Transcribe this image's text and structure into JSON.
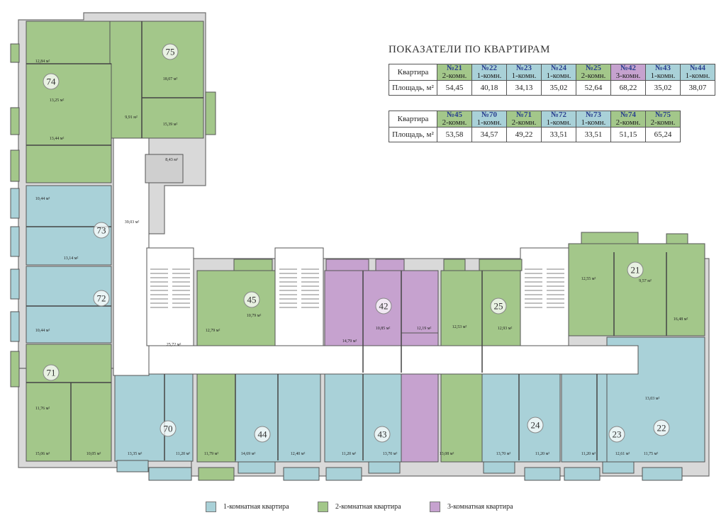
{
  "colors": {
    "one_room": "#a9d1d8",
    "two_room": "#a3c78a",
    "three_room": "#c6a2cf",
    "wall": "#777777",
    "common": "#ffffff",
    "tech": "#cfcfcf"
  },
  "table": {
    "title": "ПОКАЗАТЕЛИ ПО КВАРТИРАМ",
    "row_label_apartment": "Квартира",
    "row_label_area": "Площадь, м²",
    "top": [
      {
        "num": "№21",
        "type": "2-комн.",
        "area": "54,45",
        "kind": "two"
      },
      {
        "num": "№22",
        "type": "1-комн.",
        "area": "40,18",
        "kind": "one"
      },
      {
        "num": "№23",
        "type": "1-комн.",
        "area": "34,13",
        "kind": "one"
      },
      {
        "num": "№24",
        "type": "1-комн.",
        "area": "35,02",
        "kind": "one"
      },
      {
        "num": "№25",
        "type": "2-комн.",
        "area": "52,64",
        "kind": "two"
      },
      {
        "num": "№42",
        "type": "3-комн.",
        "area": "68,22",
        "kind": "three"
      },
      {
        "num": "№43",
        "type": "1-комн.",
        "area": "35,02",
        "kind": "one"
      },
      {
        "num": "№44",
        "type": "1-комн.",
        "area": "38,07",
        "kind": "one"
      }
    ],
    "bottom": [
      {
        "num": "№45",
        "type": "2-комн.",
        "area": "53,58",
        "kind": "two"
      },
      {
        "num": "№70",
        "type": "1-комн.",
        "area": "34,57",
        "kind": "one"
      },
      {
        "num": "№71",
        "type": "2-комн.",
        "area": "49,22",
        "kind": "two"
      },
      {
        "num": "№72",
        "type": "1-комн.",
        "area": "33,51",
        "kind": "one"
      },
      {
        "num": "№73",
        "type": "1-комн.",
        "area": "33,51",
        "kind": "one"
      },
      {
        "num": "№74",
        "type": "2-комн.",
        "area": "51,15",
        "kind": "two"
      },
      {
        "num": "№75",
        "type": "2-комн.",
        "area": "65,24",
        "kind": "two"
      }
    ]
  },
  "legend": [
    {
      "label": "1-комнатная квартира",
      "kind": "one"
    },
    {
      "label": "2-комнатная квартира",
      "kind": "two"
    },
    {
      "label": "3-комнатная квартира",
      "kind": "three"
    }
  ],
  "apartments": [
    {
      "num": "75",
      "kind": "two"
    },
    {
      "num": "74",
      "kind": "two"
    },
    {
      "num": "73",
      "kind": "one"
    },
    {
      "num": "72",
      "kind": "one"
    },
    {
      "num": "71",
      "kind": "two"
    },
    {
      "num": "70",
      "kind": "one"
    },
    {
      "num": "45",
      "kind": "two"
    },
    {
      "num": "44",
      "kind": "one"
    },
    {
      "num": "43",
      "kind": "one"
    },
    {
      "num": "42",
      "kind": "three"
    },
    {
      "num": "25",
      "kind": "two"
    },
    {
      "num": "24",
      "kind": "one"
    },
    {
      "num": "23",
      "kind": "one"
    },
    {
      "num": "22",
      "kind": "one"
    },
    {
      "num": "21",
      "kind": "two"
    }
  ],
  "area_labels": [
    "12,84 м²",
    "18,07 м²",
    "13,25 м²",
    "15,39 м²",
    "9,91 м²",
    "13,44 м²",
    "8,43 м²",
    "10,44 м²",
    "39,03 м²",
    "13,14 м²",
    "10,44 м²",
    "11,76 м²",
    "15,06 м²",
    "10,05 м²",
    "25,72 м²",
    "12,79 м²",
    "10,79 м²",
    "14,79 м²",
    "10,85 м²",
    "12,19 м²",
    "12,53 м²",
    "12,93 м²",
    "12,55 м²",
    "9,57 м²",
    "16,48 м²",
    "13,35 м²",
    "11,20 м²",
    "14,69 м²",
    "12,40 м²",
    "11,20 м²",
    "13,70 м²",
    "13,08 м²",
    "13,70 м²",
    "11,20 м²",
    "11,20 м²",
    "12,61 м²",
    "11,75 м²",
    "13,03 м²",
    "11,79 м²"
  ]
}
